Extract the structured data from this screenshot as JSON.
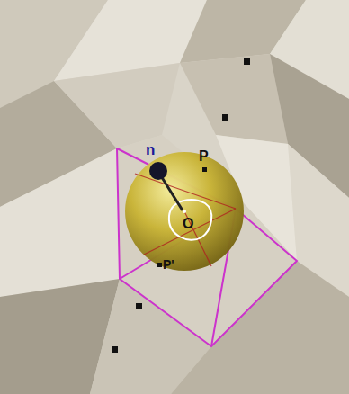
{
  "diagram": {
    "labels": [
      "n",
      "P",
      "O",
      "P'"
    ]
  }
}
